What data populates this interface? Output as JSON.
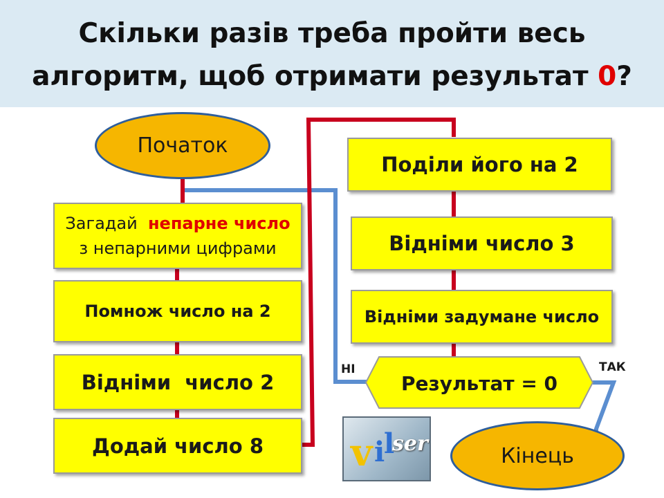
{
  "title": {
    "line1": "Скільки разів треба пройти весь",
    "line2_prefix": "алгоритм, щоб отримати результат ",
    "line2_accent": "0",
    "line2_suffix": "?"
  },
  "colors": {
    "accent": "#e00000",
    "box_fill": "#ffff00",
    "oval_fill": "#f6b600",
    "red_line": "#c8001e",
    "blue_line": "#5b8ed0"
  },
  "flowchart": {
    "start": "Початок",
    "step1": {
      "prefix": "Загадай",
      "highlight": "непарне число",
      "line2": "з непарними цифрами"
    },
    "step2": "Помнож число на 2",
    "step3": "Відніми  число 2",
    "step4": "Додай число 8",
    "step5": "Поділи його на 2",
    "step6": "Відніми число 3",
    "step7": "Відніми задумане число",
    "decision": "Результат = 0",
    "no_label": "НІ",
    "yes_label": "ТАК",
    "end": "Кінець"
  },
  "logo": {
    "icon": "vilpser-logo-icon"
  }
}
